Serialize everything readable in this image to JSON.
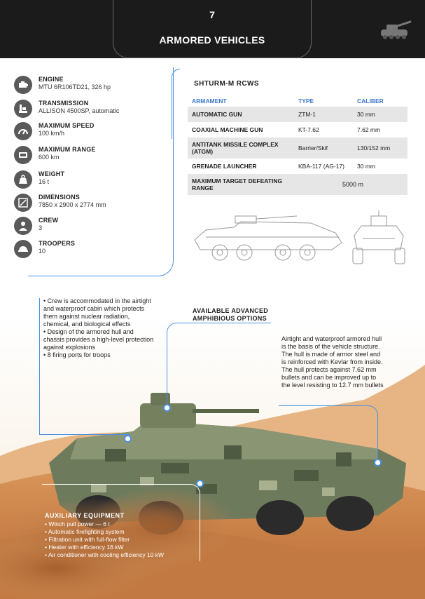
{
  "header": {
    "page_number": "7",
    "title": "ARMORED VEHICLES"
  },
  "specs": [
    {
      "label": "ENGINE",
      "value": "MTU 6R106TD21, 326 hp",
      "icon": "engine-icon"
    },
    {
      "label": "TRANSMISSION",
      "value": "ALLISON 4500SP, automatic",
      "icon": "transmission-icon"
    },
    {
      "label": "MAXIMUM SPEED",
      "value": "100 km/h",
      "icon": "speedometer-icon"
    },
    {
      "label": "MAXIMUM RANGE",
      "value": "600 km",
      "icon": "fuel-range-icon"
    },
    {
      "label": "WEIGHT",
      "value": "16 t",
      "icon": "weight-icon"
    },
    {
      "label": "DIMENSIONS",
      "value": "7850 x 2900 x 2774 mm",
      "icon": "dimensions-icon"
    },
    {
      "label": "CREW",
      "value": "3",
      "icon": "crew-icon"
    },
    {
      "label": "TROOPERS",
      "value": "10",
      "icon": "troopers-icon"
    }
  ],
  "rcws": {
    "title": "SHTURM-M RCWS",
    "headers": [
      "ARMAMENT",
      "TYPE",
      "CALIBER"
    ],
    "rows": [
      {
        "name": "AUTOMATIC GUN",
        "type": "ZTM-1",
        "caliber": "30 mm"
      },
      {
        "name": "COAXIAL MACHINE GUN",
        "type": "KT-7.62",
        "caliber": "7.62 mm"
      },
      {
        "name": "ANTITANK MISSILE COMPLEX (ATGM)",
        "type": "Barrier/Skif",
        "caliber": "130/152 mm"
      },
      {
        "name": "GRENADE LAUNCHER",
        "type": "KBA-117 (AG-17)",
        "caliber": "30 mm"
      }
    ],
    "range_row": {
      "name": "MAXIMUM TARGET DEFEATING RANGE",
      "value": "5000 m"
    }
  },
  "notes": [
    "• Crew is accommodated in the airtight and waterproof cabin which protects them against nuclear radiation, chemical, and biological effects",
    "• Design of the armored hull and chassis provides a high-level protection against explosions",
    "• 8 firing ports for troops"
  ],
  "amphibious_title": "AVAILABLE ADVANCED AMPHIBIOUS OPTIONS",
  "hull_text": "Airtight and waterproof armored hull is the basis of the vehicle structure. The hull is made of armor steel and is reinforced with Kevlar from inside. The hull protects against 7.62 mm bullets and can be improved up to the level resisting to 12.7 mm bullets",
  "auxiliary": {
    "title": "AUXILIARY EQUIPMENT",
    "items": [
      "• Winch pull power — 6 t",
      "• Automatic firefighting system",
      "• Filtration unit with full-flow filter",
      "• Heater with efficiency 16 kW",
      "• Air conditioner with cooling efficiency 10 kW"
    ]
  },
  "colors": {
    "accent": "#4a90e2",
    "header_bg": "#1b1b1b",
    "table_header": "#3c78c8"
  }
}
